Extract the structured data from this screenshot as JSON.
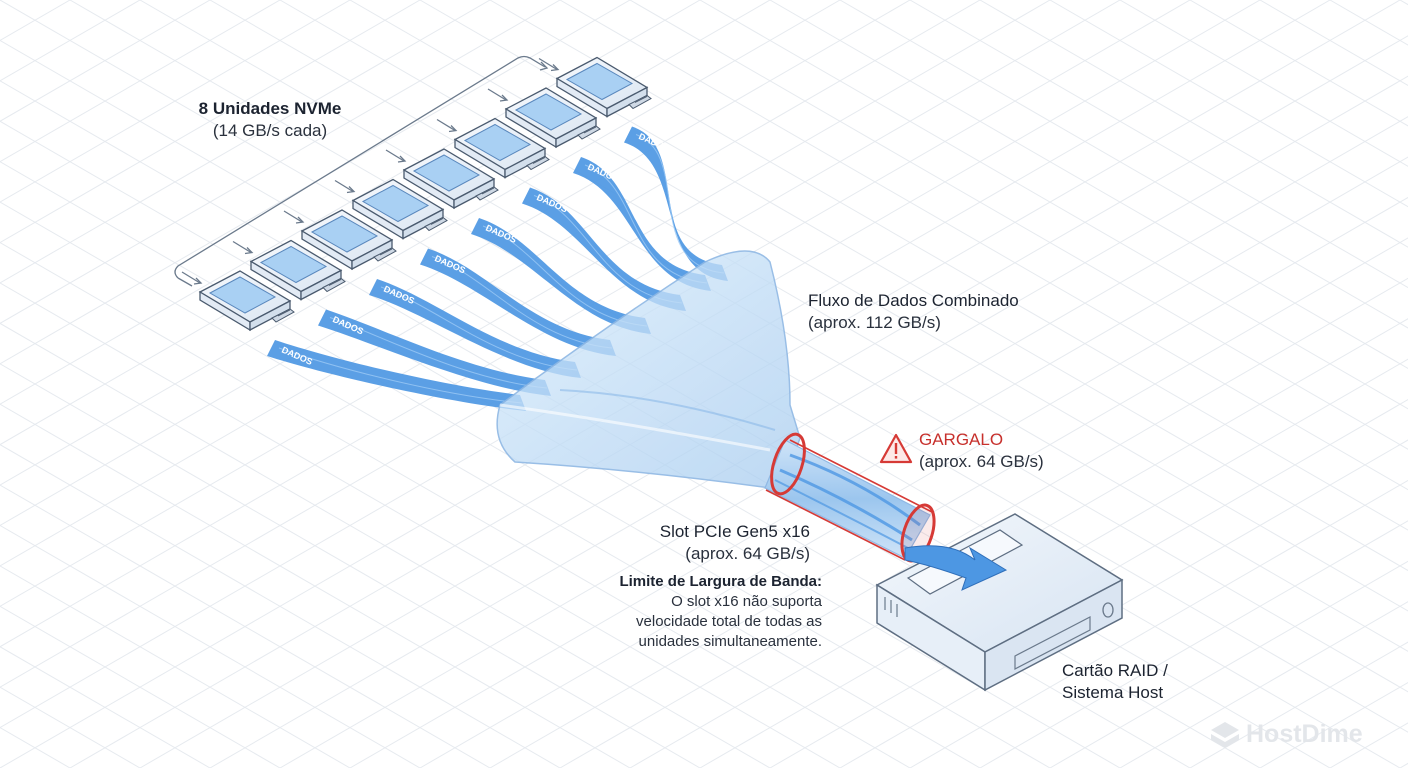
{
  "nvme_label": {
    "title": "8 Unidades NVMe",
    "subtitle": "(14 GB/s cada)"
  },
  "stream_label": "DADOS",
  "combined_flow": {
    "title": "Fluxo de Dados Combinado",
    "subtitle": "(aprox. 112 GB/s)"
  },
  "bottleneck": {
    "title": "GARGALO",
    "subtitle": "(aprox. 64 GB/s)",
    "icon": "warning-triangle-icon"
  },
  "pcie_slot": {
    "title": "Slot PCIe Gen5 x16",
    "subtitle": "(aprox. 64 GB/s)"
  },
  "bandwidth_limit": {
    "title": "Limite de Largura de Banda:",
    "lines": [
      "O slot x16 não suporta",
      "velocidade total de todas as",
      "unidades simultaneamente."
    ]
  },
  "host": {
    "line1": "Cartão RAID /",
    "line2": "Sistema Host"
  },
  "watermark": "HostDime",
  "colors": {
    "stream": "#4d97e3",
    "funnel": "#b7d7f4",
    "bottleneck": "#d63a36",
    "outline": "#445469"
  }
}
